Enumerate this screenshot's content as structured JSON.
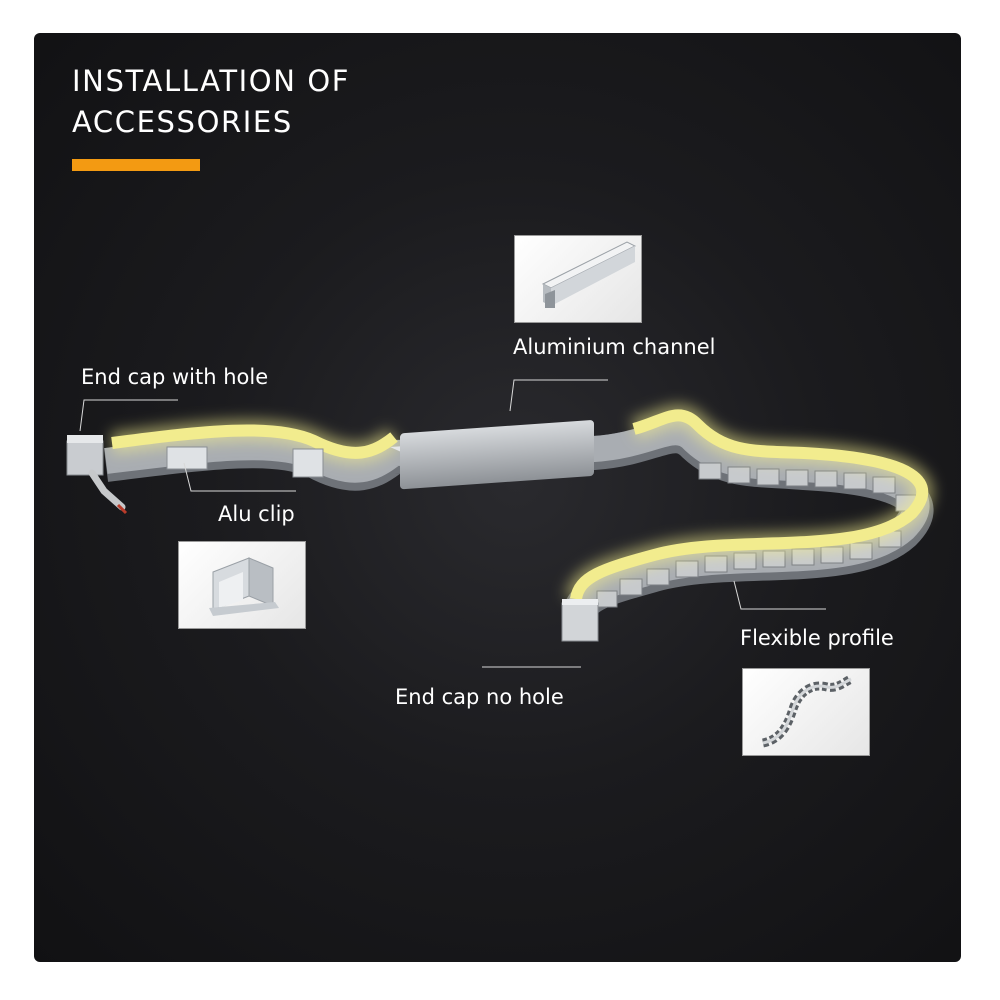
{
  "header": {
    "title_line1": "INSTALLATION OF",
    "title_line2": "ACCESSORIES",
    "accent_color": "#f39a12"
  },
  "labels": {
    "aluminium_channel": "Aluminium channel",
    "end_cap_with_hole": "End cap with hole",
    "alu_clip": "Alu clip",
    "flexible_profile": "Flexible profile",
    "end_cap_no_hole": "End cap no hole"
  },
  "colors": {
    "led_strip": "#f2ec8e",
    "profile_grey": "#a9adb2",
    "background": "#1c1c1f"
  }
}
